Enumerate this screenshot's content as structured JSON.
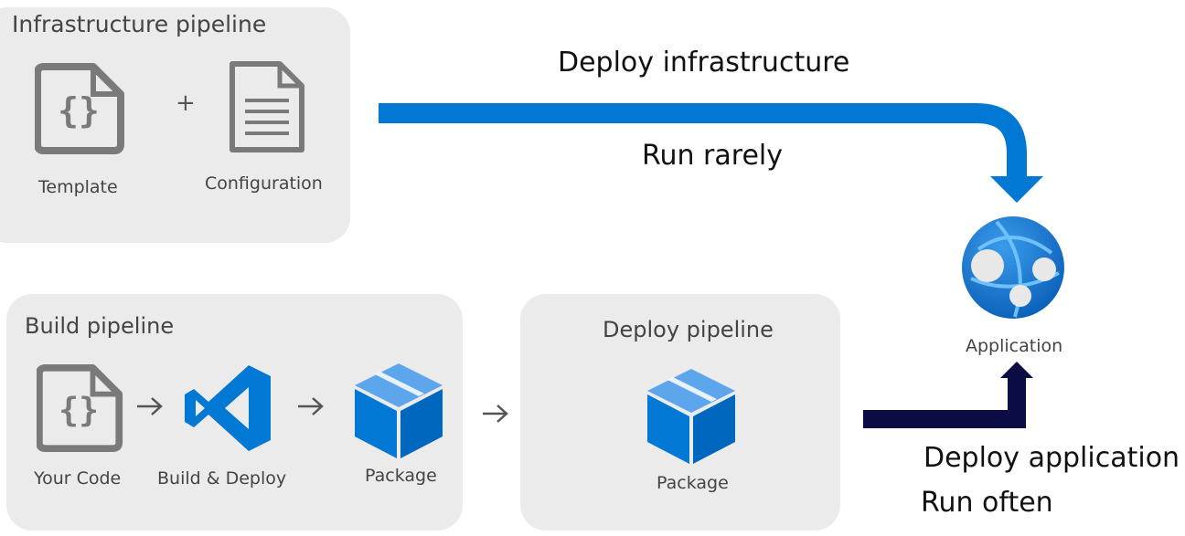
{
  "infrastructure": {
    "title": "Infrastructure pipeline",
    "template_label": "Template",
    "plus": "+",
    "configuration_label": "Configuration"
  },
  "build": {
    "title": "Build pipeline",
    "code_label": "Your Code",
    "build_label": "Build & Deploy",
    "package_label": "Package"
  },
  "deploy": {
    "title": "Deploy pipeline",
    "package_label": "Package"
  },
  "application": {
    "label": "Application"
  },
  "flows": {
    "infra_label": "Deploy infrastructure",
    "infra_frequency": "Run rarely",
    "app_label": "Deploy application",
    "app_frequency": "Run often"
  },
  "colors": {
    "panel": "#ebebeb",
    "azure_blue": "#0078d4",
    "navy": "#0b0b45",
    "icon_gray": "#7a7a7a"
  },
  "icons": {
    "template": "code-file-icon",
    "configuration": "document-icon",
    "build": "visual-studio-icon",
    "package": "package-box-icon",
    "application": "web-app-globe-icon"
  }
}
